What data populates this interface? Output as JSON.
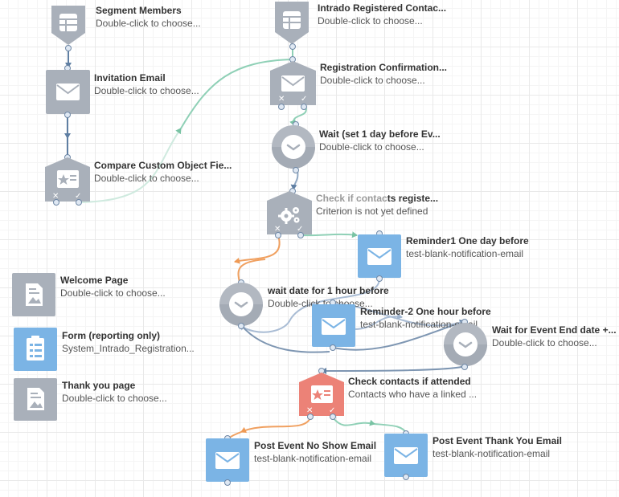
{
  "colors": {
    "gray_node": "#a9b0ba",
    "gray_node_dark": "#8c939e",
    "blue_node": "#7bb4e5",
    "red_node": "#ec8277",
    "wire_green": "#8fd0b6",
    "wire_blue": "#7e96b2",
    "wire_orange": "#f0a060",
    "wire_lightblue": "#a9bcd4"
  },
  "nodes": {
    "segment_members": {
      "title": "Segment Members",
      "sub": "Double-click to choose...",
      "icon": "database-icon"
    },
    "intrado_registered": {
      "title": "Intrado Registered Contac...",
      "sub": "Double-click to choose...",
      "icon": "database-icon"
    },
    "invitation_email": {
      "title": "Invitation Email",
      "sub": "Double-click to choose...",
      "icon": "envelope-icon"
    },
    "registration_confirmation": {
      "title": "Registration Confirmation...",
      "sub": "Double-click to choose...",
      "icon": "envelope-icon"
    },
    "wait_1day": {
      "title": "Wait (set 1 day before Ev...",
      "sub": "Double-click to choose...",
      "icon": "clock-icon"
    },
    "compare_custom": {
      "title": "Compare Custom Object Fie...",
      "sub": "Double-click to choose...",
      "icon": "star-card-icon"
    },
    "check_registered": {
      "title": "Check if contacts registe...",
      "title_faded": "Check if contac",
      "title_rest": "ts registe...",
      "sub": "Criterion is not yet defined",
      "icon": "gears-icon"
    },
    "reminder1": {
      "title": "Reminder1 One day before",
      "sub": "test-blank-notification-email",
      "icon": "envelope-icon"
    },
    "welcome_page": {
      "title": "Welcome Page",
      "sub": "Double-click to choose...",
      "icon": "landing-page-icon"
    },
    "wait_1hour": {
      "title": "wait date for 1 hour before",
      "sub": "Double-click to choose...",
      "icon": "clock-icon"
    },
    "reminder2": {
      "title": "Reminder-2 One hour before",
      "sub": "test-blank-notification-email",
      "icon": "envelope-icon"
    },
    "form": {
      "title": "Form (reporting only)",
      "sub": "System_Intrado_Registration...",
      "icon": "form-icon"
    },
    "wait_end": {
      "title": "Wait for Event End date +...",
      "sub": "Double-click to choose...",
      "icon": "clock-icon"
    },
    "check_attended": {
      "title": "Check contacts if attended",
      "sub": "Contacts who have a linked ...",
      "icon": "star-card-icon"
    },
    "thank_you_page": {
      "title": "Thank you page",
      "sub": "Double-click to choose...",
      "icon": "landing-page-icon"
    },
    "post_no_show": {
      "title": "Post Event No Show Email",
      "sub": "test-blank-notification-email",
      "icon": "envelope-icon"
    },
    "post_thank_you": {
      "title": "Post Event Thank You Email",
      "sub": "test-blank-notification-email",
      "icon": "envelope-icon"
    }
  }
}
